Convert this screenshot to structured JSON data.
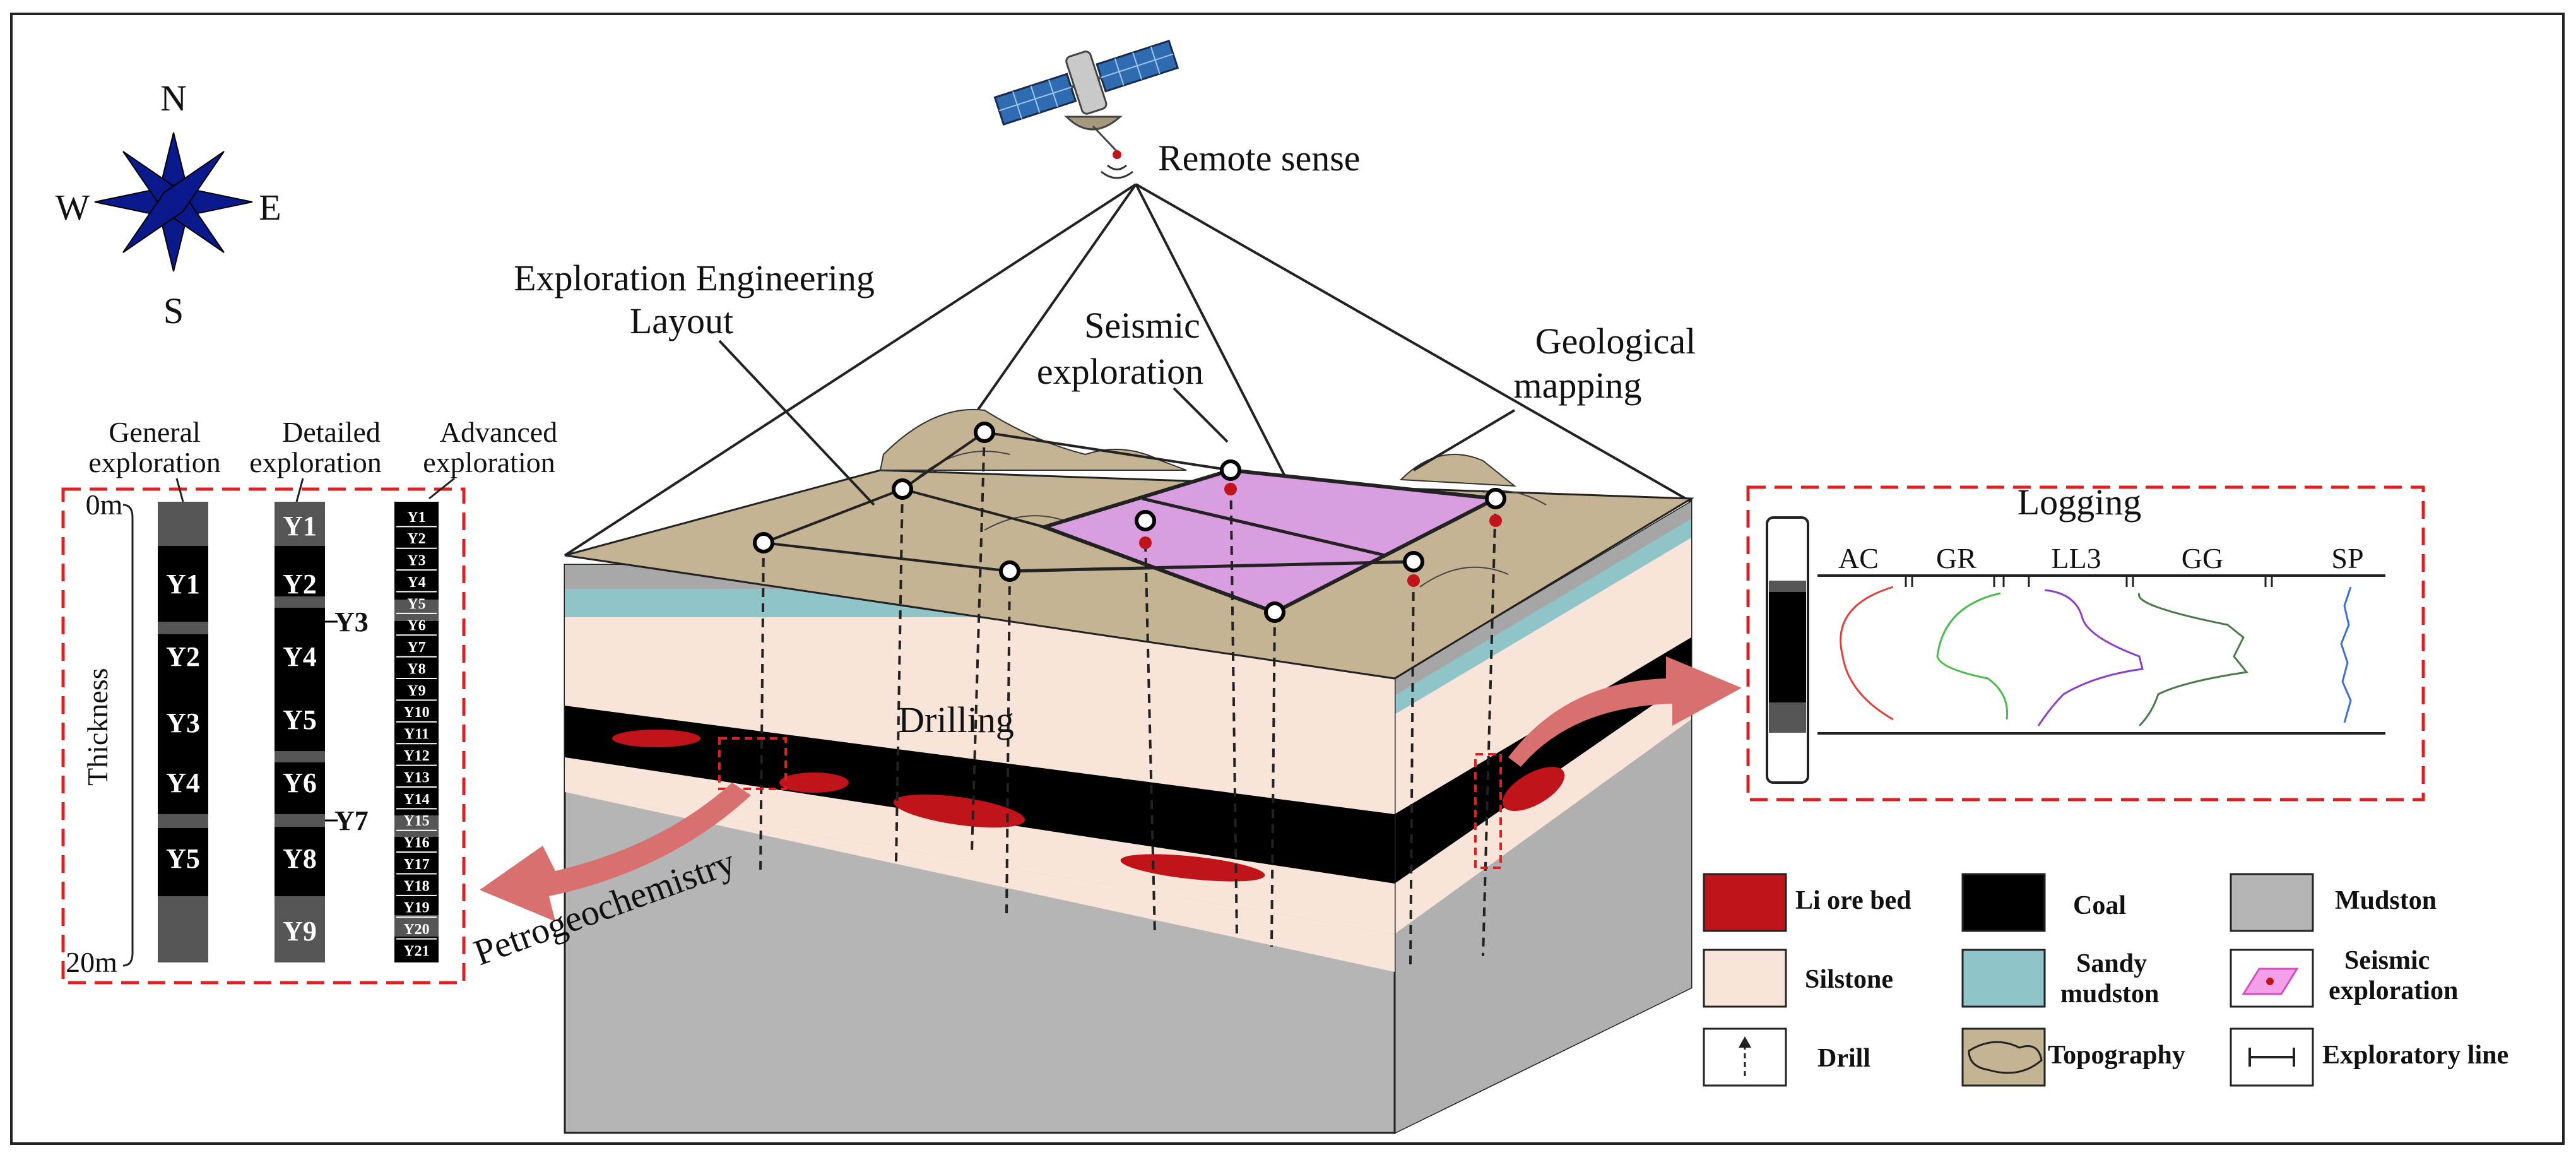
{
  "compass": {
    "n": "N",
    "s": "S",
    "e": "E",
    "w": "W"
  },
  "labels": {
    "remote_sense": "Remote  sense",
    "exploration_engineering_1": "Exploration Engineering",
    "exploration_engineering_2": "Layout",
    "seismic_1": "Seismic",
    "seismic_2": "exploration",
    "geological_1": "Geological",
    "geological_2": "mapping",
    "drilling": "Drilling",
    "petrogeochemistry": "Petrogeochemistry"
  },
  "columns": {
    "general_1": "General",
    "general_2": "exploration",
    "detailed_1": "Detailed",
    "detailed_2": "exploration",
    "advanced_1": "Advanced",
    "advanced_2": "exploration",
    "top_depth": "0m",
    "bottom_depth": "20m",
    "thickness": "Thickness",
    "general_layers": [
      "Y1",
      "Y2",
      "Y3",
      "Y4",
      "Y5"
    ],
    "detailed_layers": [
      "Y1",
      "Y2",
      "Y4",
      "Y5",
      "Y6",
      "Y8",
      "Y9"
    ],
    "detailed_side": [
      "Y3",
      "Y7"
    ],
    "advanced_layers": [
      "Y1",
      "Y2",
      "Y3",
      "Y4",
      "Y5",
      "Y6",
      "Y7",
      "Y8",
      "Y9",
      "Y10",
      "Y11",
      "Y12",
      "Y13",
      "Y14",
      "Y15",
      "Y16",
      "Y17",
      "Y18",
      "Y19",
      "Y20",
      "Y21"
    ]
  },
  "logging": {
    "title": "Logging",
    "curves": [
      "AC",
      "GR",
      "LL3",
      "GG",
      "SP"
    ],
    "curve_colors": [
      "#e0403a",
      "#4dbb4d",
      "#8a3fc9",
      "#4a7a4a",
      "#3a6fd8"
    ]
  },
  "legend": {
    "li_ore": "Li ore bed",
    "coal": "Coal",
    "mudston": "Mudston",
    "silstone": "Silstone",
    "sandy_1": "Sandy",
    "sandy_2": "mudston",
    "seismic_1": "Seismic",
    "seismic_2": "exploration",
    "drill": "Drill",
    "topography": "Topography",
    "exploratory_line": "Exploratory line"
  },
  "colors": {
    "li_ore": "#c0141a",
    "coal": "#000000",
    "mudston": "#b5b5b5",
    "silstone": "#f8e4d8",
    "sandy_mudston": "#8fc4c9",
    "seismic": "#d89ee0",
    "topography": "#c4b493",
    "compass": "#0a1a8c",
    "dash_red": "#e02020",
    "arrow": "#d97070"
  }
}
